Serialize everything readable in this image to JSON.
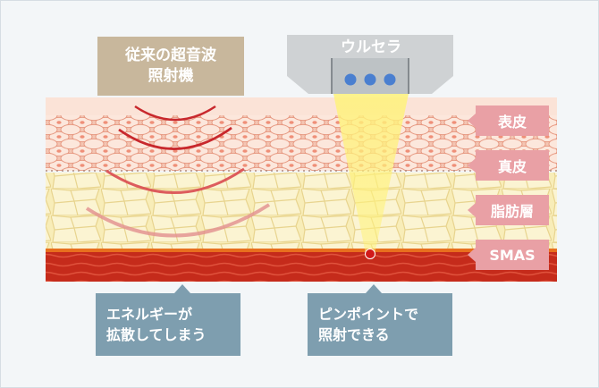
{
  "old_device": {
    "line1": "従来の超音波",
    "line2": "照射機"
  },
  "ultherapy_device": {
    "title": "ウルセラ"
  },
  "layers": {
    "epidermis": "表皮",
    "dermis": "真皮",
    "fat": "脂肪層",
    "smas": "SMAS"
  },
  "callouts": {
    "scatter": {
      "line1": "エネルギーが",
      "line2": "拡散してしまう"
    },
    "pinpoint": {
      "line1": "ピンポイントで",
      "line2": "照射できる"
    }
  },
  "colors": {
    "old_device_box": "#c8b79c",
    "layer_tag": "#e9a0a5",
    "callout_box": "#7e9eaf",
    "device_gray": "#cfd2d4",
    "focus_dot": "#4a7fd0",
    "beam_yellow": "#fff27a",
    "energy_red": "#c8282d",
    "smas_red": "#c52b1b"
  }
}
